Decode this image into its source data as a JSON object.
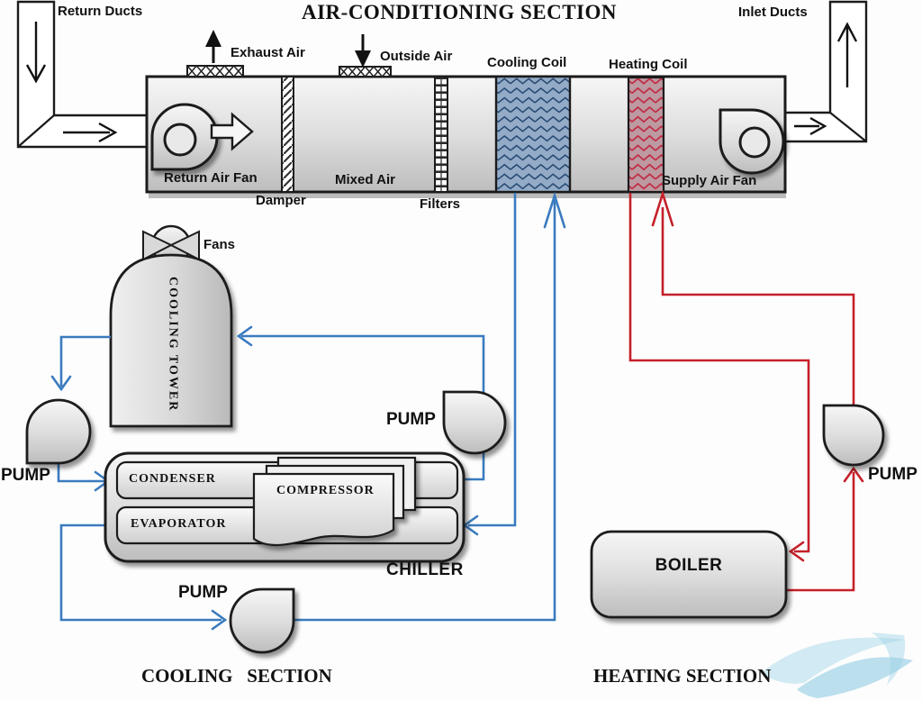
{
  "title": "AIR-CONDITIONING SECTION",
  "labels": {
    "return_ducts": "Return Ducts",
    "inlet_ducts": "Inlet Ducts",
    "exhaust_air": "Exhaust Air",
    "outside_air": "Outside Air",
    "cooling_coil": "Cooling Coil",
    "heating_coil": "Heating Coil",
    "return_air_fan": "Return Air Fan",
    "mixed_air": "Mixed Air",
    "supply_air_fan": "Supply Air Fan",
    "damper": "Damper",
    "filters": "Filters",
    "fans": "Fans",
    "cooling_tower": "COOLING TOWER",
    "condenser": "CONDENSER",
    "compressor": "COMPRESSOR",
    "evaporator": "EVAPORATOR",
    "chiller": "CHILLER",
    "boiler": "BOILER",
    "pump": "PUMP",
    "cooling_section": "COOLING   SECTION",
    "heating_section": "HEATING SECTION"
  },
  "colors": {
    "chilled_water": "#3a7bbf",
    "hot_water": "#c5202a",
    "cooling_coil_fill": "#93abc7",
    "cooling_coil_zigzag": "#23456e",
    "heating_coil_fill": "#bd9aa2",
    "heating_coil_zigzag": "#c02c44",
    "outline": "#1b1b1b",
    "watermark": "#9ed2e6"
  }
}
